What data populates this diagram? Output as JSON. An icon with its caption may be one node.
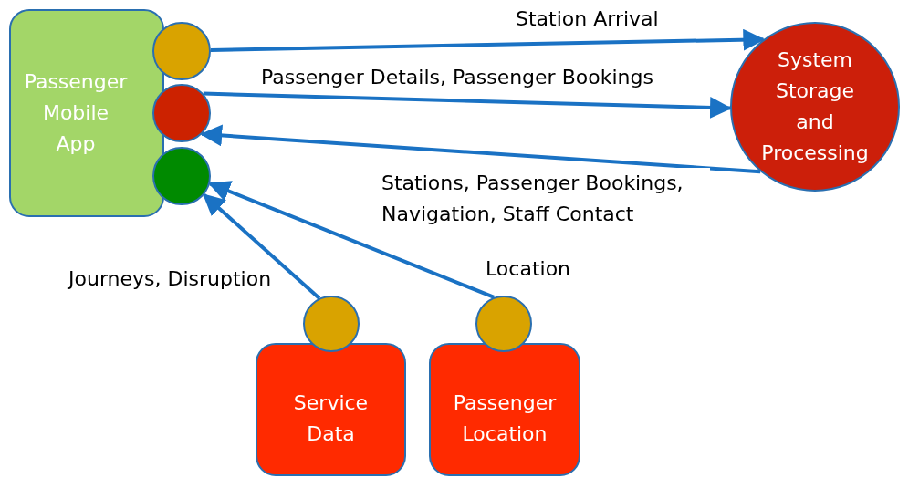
{
  "diagram": {
    "nodes": [
      {
        "text": [
          "Passenger Mobile App"
        ]
      },
      {
        "text": [],
        "shape": "circle"
      },
      {
        "text": [],
        "shape": "circle"
      },
      {
        "text": [],
        "shape": "circle"
      },
      {
        "text": [
          "System Storage and Processing"
        ]
      },
      {
        "text": [],
        "shape": "circle"
      },
      {
        "text": [
          "Service Data"
        ]
      },
      {
        "text": [],
        "shape": "circle"
      },
      {
        "text": [
          "Passenger Location"
        ]
      }
    ],
    "edges": [
      {
        "from": 1,
        "to": 4,
        "arrow": "to",
        "label": "Station Arrival"
      },
      {
        "from": 2,
        "to": 4,
        "arrow": "to",
        "label": "Passenger Details, Passenger Bookings"
      },
      {
        "from": 4,
        "to": 2,
        "arrow": "to",
        "label": "Stations, Passenger Bookings, Navigation, Staff Contact"
      },
      {
        "from": 5,
        "to": 3,
        "arrow": "to",
        "label": "Journeys, Disruption"
      },
      {
        "from": 7,
        "to": 3,
        "arrow": "to",
        "label": "Location"
      }
    ]
  }
}
